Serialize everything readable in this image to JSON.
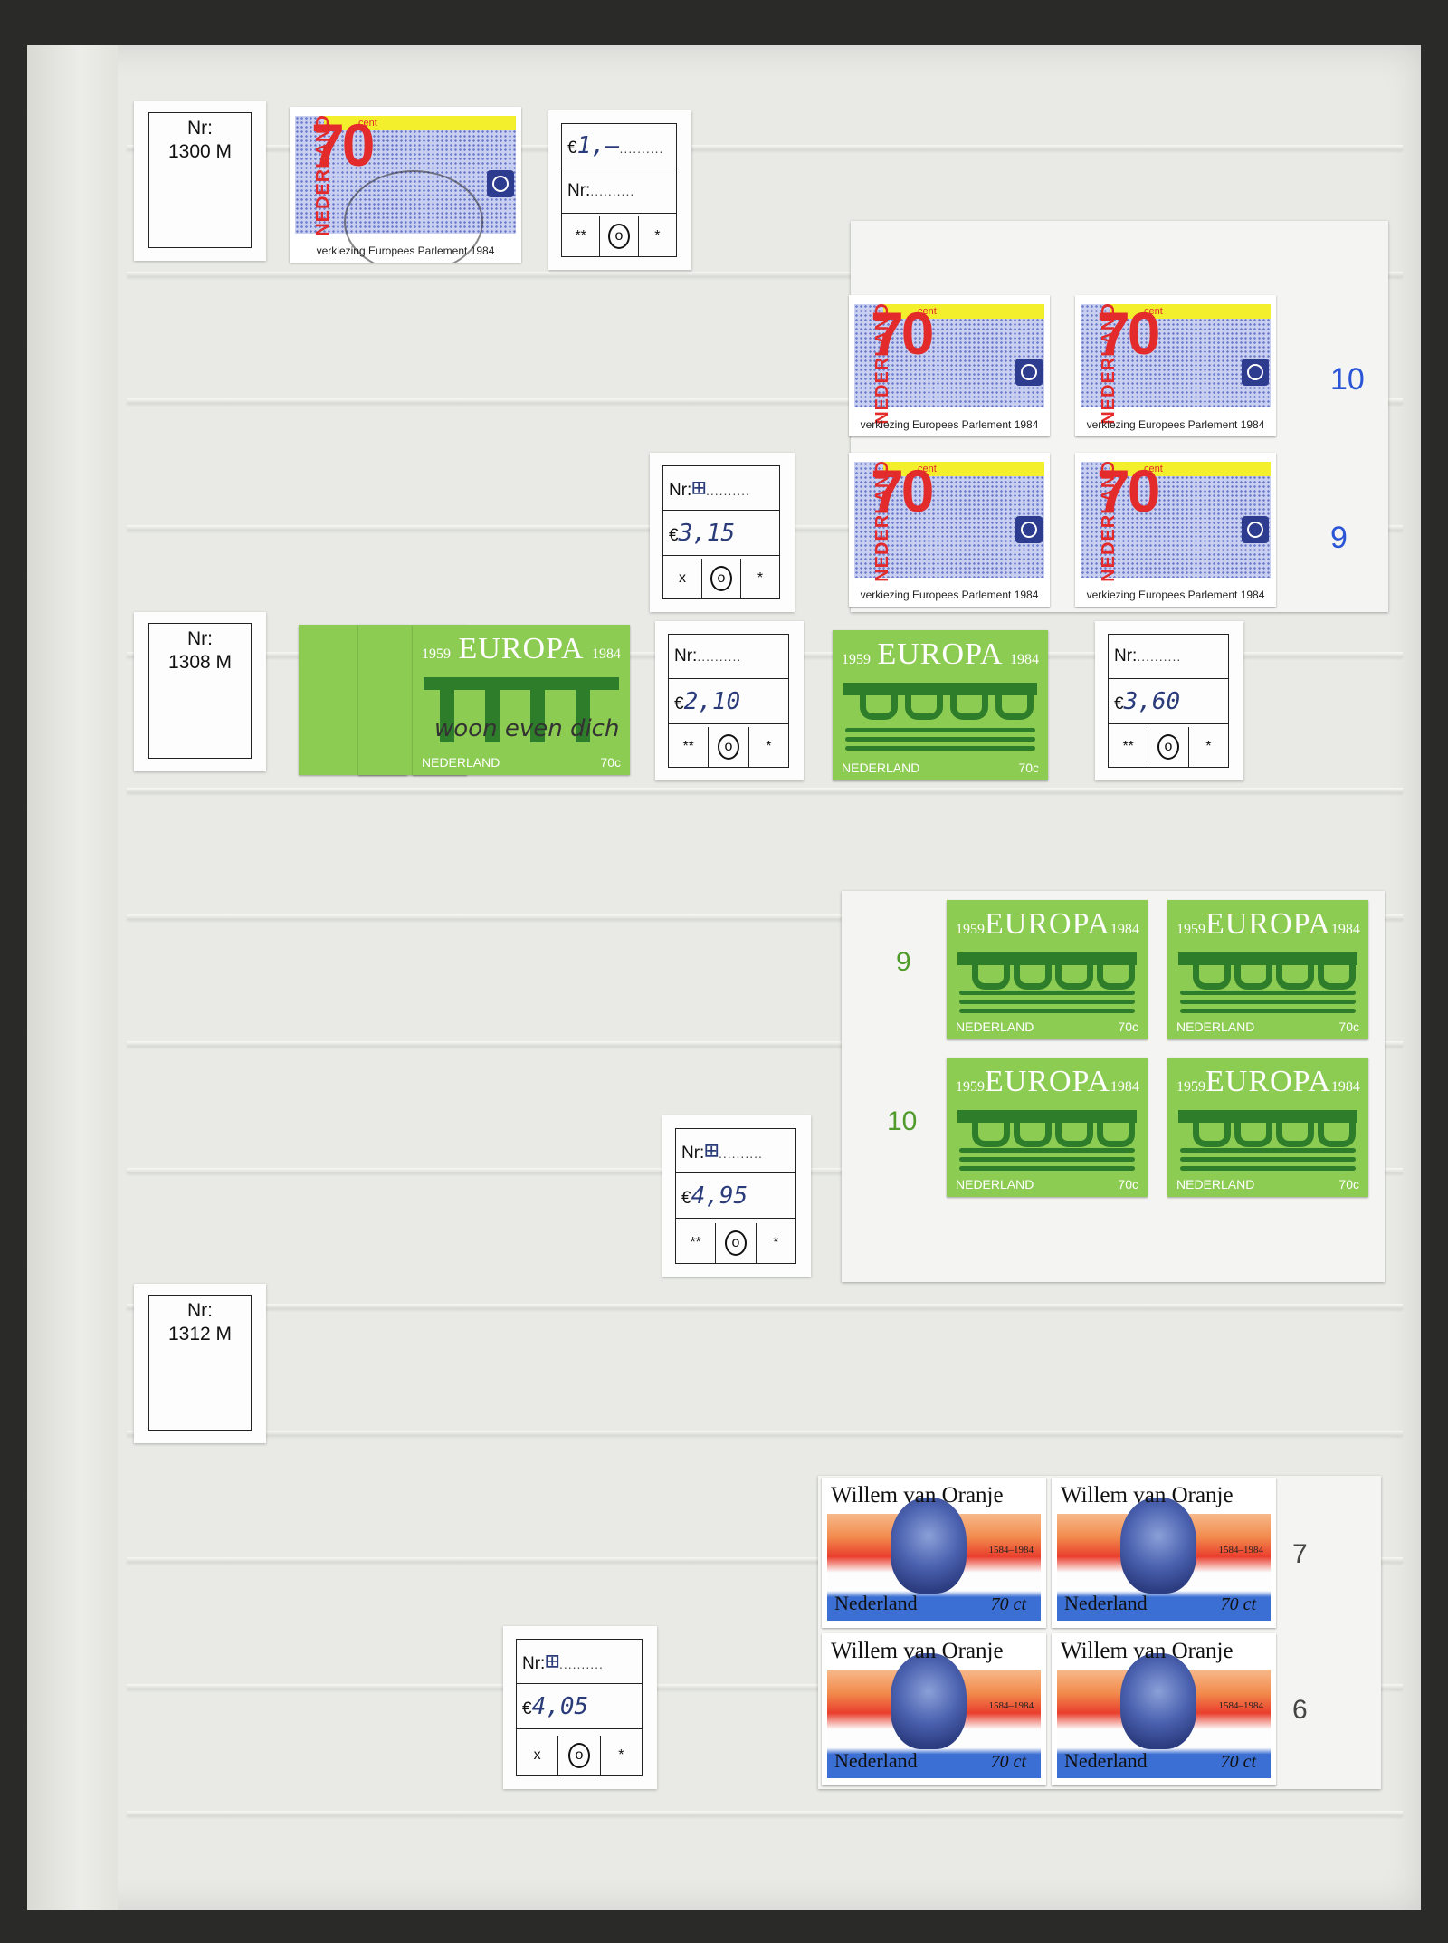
{
  "album_page": {
    "nr_labels": [
      {
        "title": "Nr:",
        "number": "1300 M"
      },
      {
        "title": "Nr:",
        "number": "1308 M"
      },
      {
        "title": "Nr:",
        "number": "1312 M"
      }
    ],
    "price_cards": [
      {
        "row1_label": "€",
        "row1_hand": "1,–",
        "row2_label": "Nr:",
        "row2_hand": "",
        "cells": [
          "**",
          "o",
          "*"
        ]
      },
      {
        "row1_label": "Nr:",
        "row1_hand": "⊞",
        "row2_label": "€",
        "row2_hand": "3,15",
        "cells": [
          "x",
          "o",
          "*"
        ]
      },
      {
        "row1_label": "Nr:",
        "row1_hand": "",
        "row2_label": "€",
        "row2_hand": "2,10",
        "cells": [
          "**",
          "o",
          "*"
        ]
      },
      {
        "row1_label": "Nr:",
        "row1_hand": "",
        "row2_label": "€",
        "row2_hand": "3,60",
        "cells": [
          "**",
          "o",
          "*"
        ]
      },
      {
        "row1_label": "Nr:",
        "row1_hand": "⊞",
        "row2_label": "€",
        "row2_hand": "4,95",
        "cells": [
          "**",
          "o",
          "*"
        ]
      },
      {
        "row1_label": "Nr:",
        "row1_hand": "⊞",
        "row2_label": "€",
        "row2_hand": "4,05",
        "cells": [
          "x",
          "o",
          "*"
        ]
      }
    ],
    "dots": "..........",
    "stamps": {
      "parliament": {
        "value": "70",
        "cent": "cent",
        "country": "NEDERLAND",
        "caption": "verkiezing Europees Parlement 1984"
      },
      "europa": {
        "year_left": "1959",
        "word_left": "EUR",
        "word_right": "PA",
        "year_right": "1984",
        "country": "NEDERLAND",
        "value": "70c"
      },
      "willem": {
        "title": "Willem van Oranje",
        "years": "1584–1984",
        "country": "Nederland",
        "value": "70 ct"
      },
      "postmark": "woon even dich"
    },
    "margin_numbers": {
      "parliament_block": [
        "10",
        "9"
      ],
      "europa_block": [
        "9",
        "10"
      ],
      "willem_block": [
        "7",
        "6"
      ]
    },
    "colors": {
      "margin_blue": "#2a55d6",
      "margin_green": "#4e9b2a",
      "margin_gray": "#444444"
    }
  }
}
